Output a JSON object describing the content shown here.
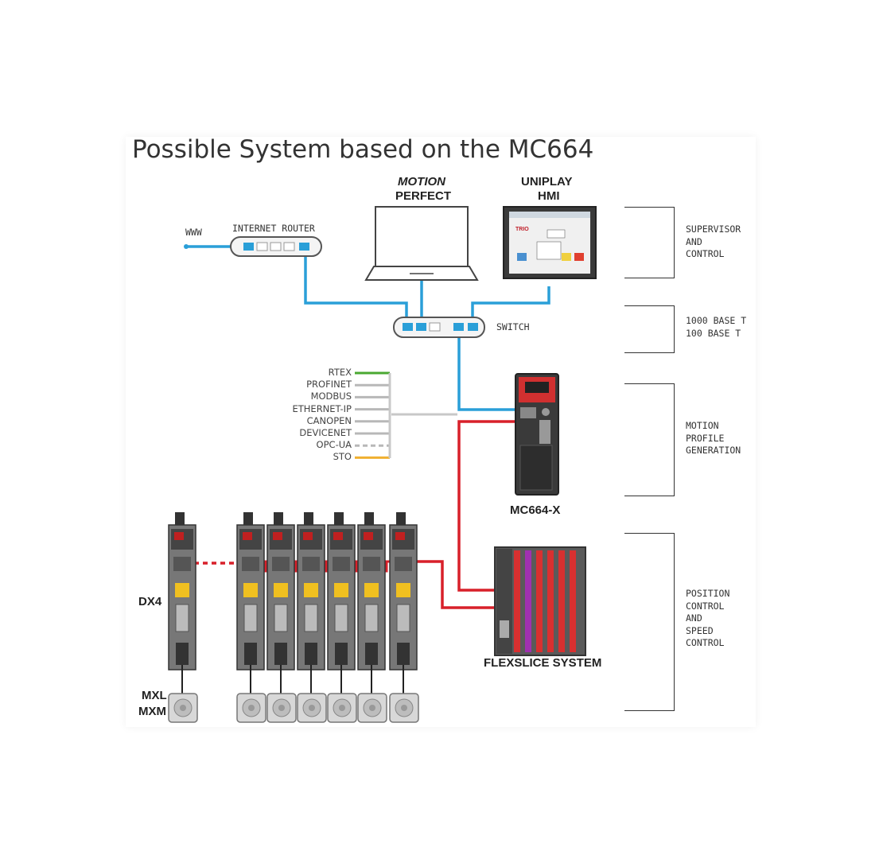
{
  "title": "Possible System based on the MC664",
  "labels": {
    "www": "WWW",
    "router": "INTERNET ROUTER",
    "motion": "MOTION",
    "perfect": "PERFECT",
    "uniplay": "UNIPLAY",
    "hmi": "HMI",
    "switch": "SWITCH",
    "mc664": "MC664-X",
    "flexslice": "FLEXSLICE SYSTEM",
    "dx4": "DX4",
    "mxl": "MXL",
    "mxm": "MXM"
  },
  "protocols": [
    {
      "name": "RTEX",
      "color": "#4aa832"
    },
    {
      "name": "PROFINET",
      "color": "#b8b8b8"
    },
    {
      "name": "MODBUS",
      "color": "#b8b8b8"
    },
    {
      "name": "ETHERNET-IP",
      "color": "#b8b8b8"
    },
    {
      "name": "CANOPEN",
      "color": "#b8b8b8"
    },
    {
      "name": "DEVICENET",
      "color": "#b8b8b8"
    },
    {
      "name": "OPC-UA",
      "color": "#b8b8b8"
    },
    {
      "name": "STO",
      "color": "#f0b030"
    }
  ],
  "levels": [
    {
      "lines": [
        "SUPERVISOR",
        "AND",
        "CONTROL"
      ]
    },
    {
      "lines": [
        "1000 BASE  T",
        "100 BASE  T"
      ]
    },
    {
      "lines": [
        "MOTION",
        "PROFILE",
        "GENERATION"
      ]
    },
    {
      "lines": [
        "POSITION",
        "CONTROL",
        "AND",
        "SPEED",
        "CONTROL"
      ]
    }
  ],
  "colors": {
    "ethernet": "#2a9fd8",
    "ethercat": "#d8202a",
    "device": "#555555"
  }
}
